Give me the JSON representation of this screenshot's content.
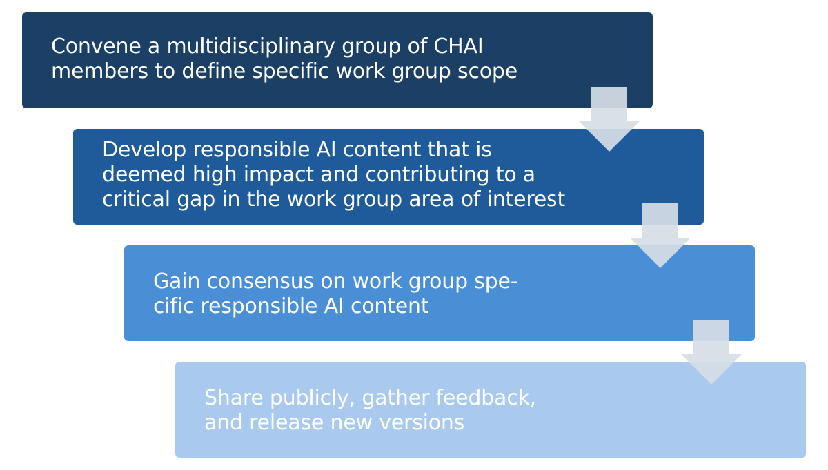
{
  "steps": [
    {
      "text": "Convene a multidisciplinary group of CHAI\nmembers to define specific work group scope",
      "color": "#1c3f66"
    },
    {
      "text": "Develop responsible AI content that is\ndeemed high impact and contributing to a\ncritical gap in the work group area of interest",
      "color": "#1f5b9b"
    },
    {
      "text": "Gain consensus on work group spe-\ncific responsible AI content",
      "color": "#4a8fd6"
    },
    {
      "text": "Share publicly, gather feedback,\nand release new versions",
      "color": "#a9c9ee"
    }
  ],
  "arrow_color": "#d6dde6"
}
